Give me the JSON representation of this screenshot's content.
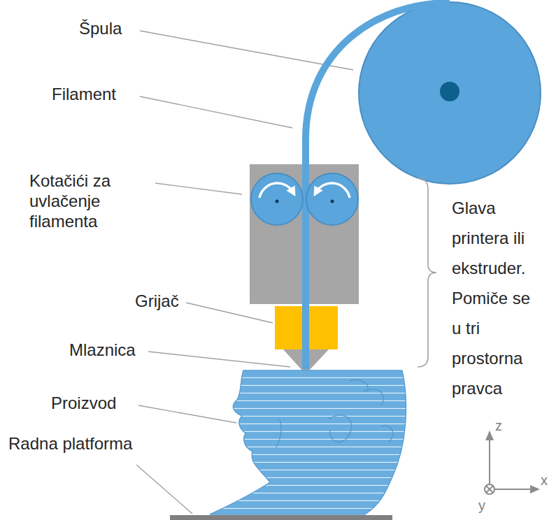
{
  "diagram": {
    "labels": [
      "Špula",
      "Filament",
      "Kotačići za uvlačenje filamenta",
      "Grijač",
      "Mlaznica",
      "Proizvod",
      "Radna platforma",
      "Glava printera ili ekstruder. Pomiče se u tri prostorna pravca",
      "z",
      "x",
      "y"
    ]
  }
}
